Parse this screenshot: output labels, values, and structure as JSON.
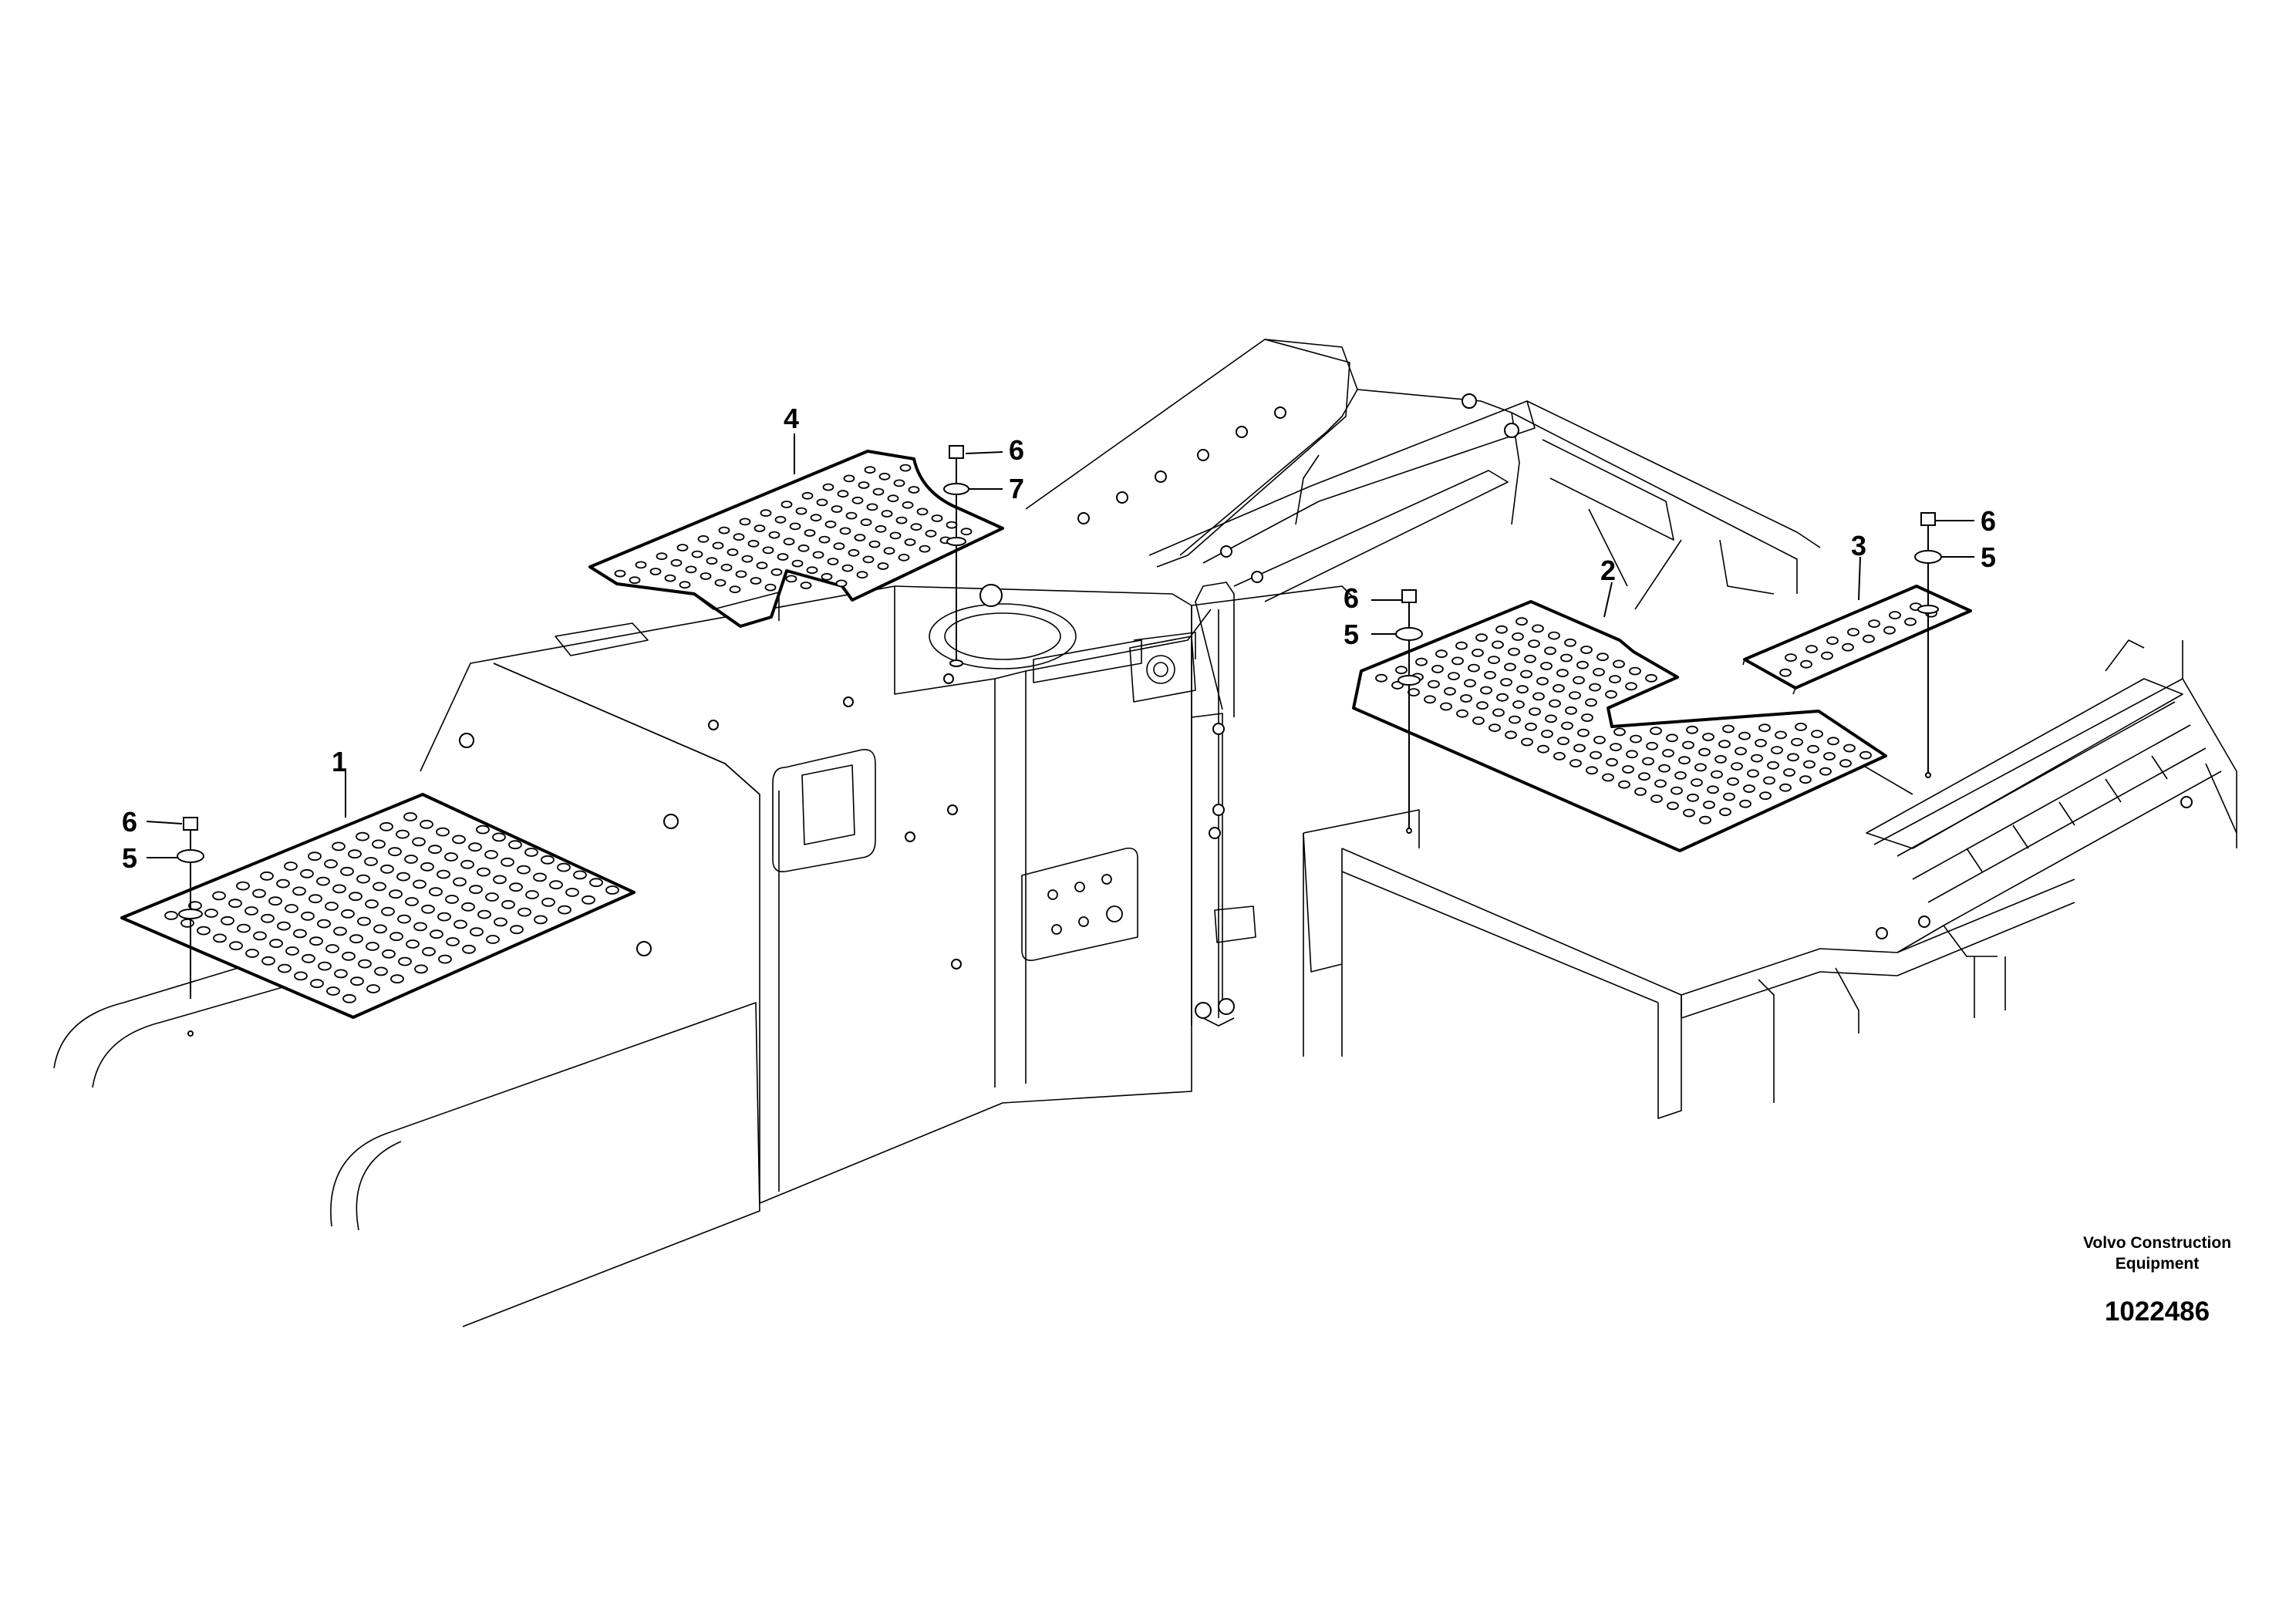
{
  "callouts": [
    {
      "id": "plate-1",
      "label": "1"
    },
    {
      "id": "plate-2",
      "label": "2"
    },
    {
      "id": "plate-3",
      "label": "3"
    },
    {
      "id": "plate-4",
      "label": "4"
    },
    {
      "id": "washer-5",
      "label": "5"
    },
    {
      "id": "screw-6",
      "label": "6"
    },
    {
      "id": "washer-7",
      "label": "7"
    }
  ],
  "brand": {
    "line1": "Volvo Construction",
    "line2": "Equipment"
  },
  "drawing_number": "1022486"
}
